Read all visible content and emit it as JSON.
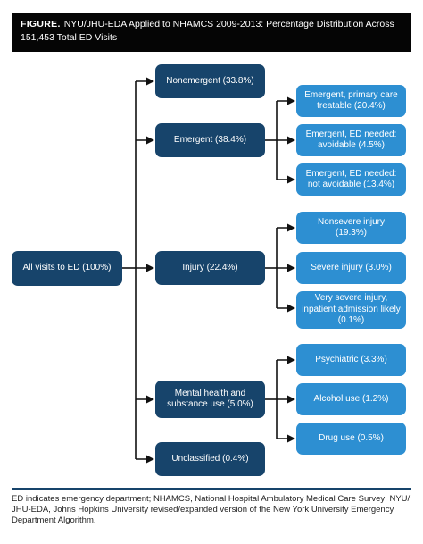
{
  "title": {
    "tag": "FIGURE.",
    "text": "NYU/JHU-EDA Applied to NHAMCS 2009-2013: Percentage Distribution Across 151,453 Total ED Visits"
  },
  "root": "All visits to ED (100%)",
  "level1": [
    "Nonemergent (33.8%)",
    "Emergent (38.4%)",
    "Injury (22.4%)",
    "Mental health and substance use (5.0%)",
    "Unclassified (0.4%)"
  ],
  "emergent_children": [
    "Emergent, primary care treatable (20.4%)",
    "Emergent, ED needed: avoidable (4.5%)",
    "Emergent, ED needed: not avoidable (13.4%)"
  ],
  "injury_children": [
    "Nonsevere injury (19.3%)",
    "Severe injury (3.0%)",
    "Very severe injury, inpatient admission likely (0.1%)"
  ],
  "mental_children": [
    "Psychiatric (3.3%)",
    "Alcohol use (1.2%)",
    "Drug use (0.5%)"
  ],
  "footnote": "ED indicates emergency department; NHAMCS, National Hospital Ambulatory Medical Care Survey; NYU/ JHU-EDA, Johns Hopkins University revised/expanded version of the New York University Emergency Department Algorithm.",
  "colors": {
    "dark_box": "#17446b",
    "light_box": "#2d8fd2",
    "title_bar": "#050505"
  }
}
